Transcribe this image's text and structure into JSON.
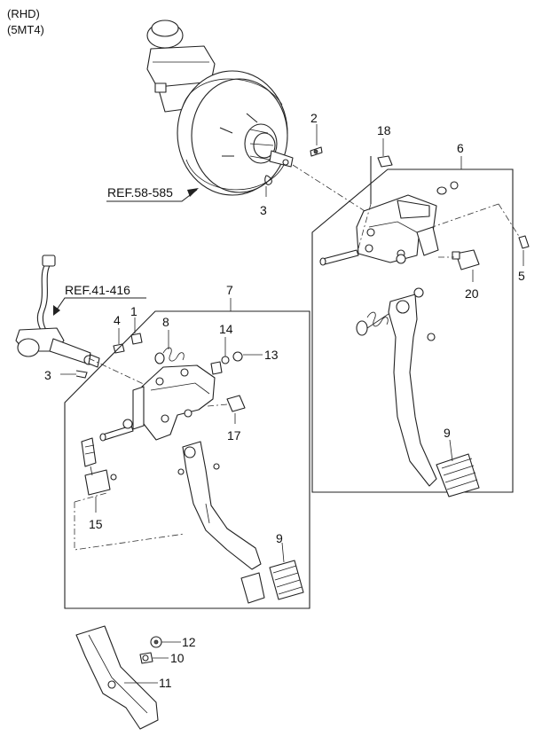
{
  "header": {
    "line1": "(RHD)",
    "line2": "(5MT4)"
  },
  "refs": {
    "booster": "REF.58-585",
    "clutch_master": "REF.41-416"
  },
  "callouts": {
    "c1": "1",
    "c2": "2",
    "c3a": "3",
    "c3b": "3",
    "c4": "4",
    "c5": "5",
    "c6": "6",
    "c7": "7",
    "c8": "8",
    "c9a": "9",
    "c9b": "9",
    "c10": "10",
    "c11": "11",
    "c12": "12",
    "c13": "13",
    "c14": "14",
    "c15": "15",
    "c17": "17",
    "c18": "18",
    "c20": "20"
  }
}
